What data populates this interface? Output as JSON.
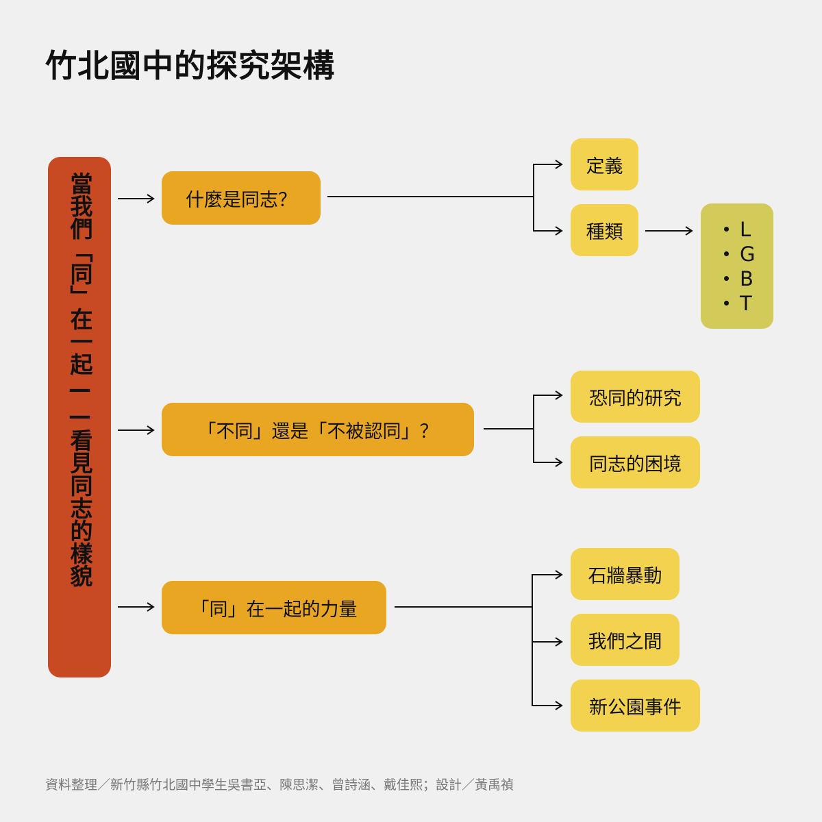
{
  "title": "竹北國中的探究架構",
  "root": {
    "label": "當我們「同」在一起——看見同志的樣貌",
    "color": "#C84A23"
  },
  "colors": {
    "background": "#F0F0F0",
    "level1": "#E8A623",
    "level2": "#F2D24E",
    "level3": "#D2CB5A",
    "line": "#111111",
    "footer": "#777777"
  },
  "branches": [
    {
      "label": "什麼是同志？",
      "children": [
        {
          "label": "定義"
        },
        {
          "label": "種類",
          "children": [
            "L",
            "G",
            "B",
            "T"
          ]
        }
      ]
    },
    {
      "label": "「不同」還是「不被認同」？",
      "children": [
        {
          "label": "恐同的研究"
        },
        {
          "label": "同志的困境"
        }
      ]
    },
    {
      "label": "「同」在一起的力量",
      "children": [
        {
          "label": "石牆暴動"
        },
        {
          "label": "我們之間"
        },
        {
          "label": "新公園事件"
        }
      ]
    }
  ],
  "footer": "資料整理／新竹縣竹北國中學生吳書亞、陳思潔、曾詩涵、戴佳熙；設計／黃禹禎"
}
